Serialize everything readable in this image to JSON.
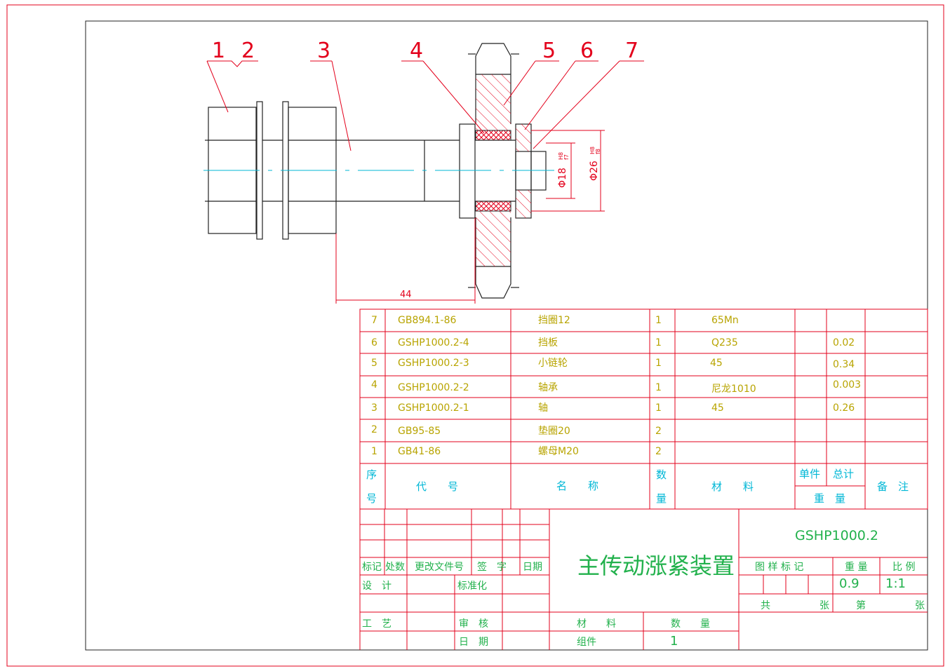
{
  "callouts": [
    "1",
    "2",
    "3",
    "4",
    "5",
    "6",
    "7"
  ],
  "dimensions": {
    "length": "44",
    "inner_dia": "Φ18",
    "inner_fit": "H8\nf7",
    "outer_dia": "Φ26",
    "outer_fit": "H8\nf8"
  },
  "bom": {
    "rows": [
      {
        "no": "7",
        "code": "GB894.1-86",
        "name": "挡圈12",
        "qty": "1",
        "material": "65Mn",
        "unit_weight": "",
        "total_weight": ""
      },
      {
        "no": "6",
        "code": "GSHP1000.2-4",
        "name": "挡板",
        "qty": "1",
        "material": "Q235",
        "unit_weight": "",
        "total_weight": "0.02"
      },
      {
        "no": "5",
        "code": "GSHP1000.2-3",
        "name": "小链轮",
        "qty": "1",
        "material": "45",
        "unit_weight": "",
        "total_weight": "0.34"
      },
      {
        "no": "4",
        "code": "GSHP1000.2-2",
        "name": "轴承",
        "qty": "1",
        "material": "尼龙1010",
        "unit_weight": "",
        "total_weight": "0.003"
      },
      {
        "no": "3",
        "code": "GSHP1000.2-1",
        "name": "轴",
        "qty": "1",
        "material": "45",
        "unit_weight": "",
        "total_weight": "0.26"
      },
      {
        "no": "2",
        "code": "GB95-85",
        "name": "垫圈20",
        "qty": "2",
        "material": "",
        "unit_weight": "",
        "total_weight": ""
      },
      {
        "no": "1",
        "code": "GB41-86",
        "name": "螺母M20",
        "qty": "2",
        "material": "",
        "unit_weight": "",
        "total_weight": ""
      }
    ],
    "header": {
      "no_top": "序",
      "no_bottom": "号",
      "code": "代　　号",
      "name": "名　　称",
      "qty_top": "数",
      "qty_bottom": "量",
      "material": "材　　料",
      "unit": "单件",
      "total": "总计",
      "weight": "重　量",
      "remark": "备　注"
    }
  },
  "title_block": {
    "drawing_no": "GSHP1000.2",
    "title": "主传动涨紧装置",
    "labels": {
      "mark": "标记",
      "count": "处数",
      "change_doc": "更改文件号",
      "sign": "签　字",
      "date": "日期",
      "design": "设　计",
      "standard": "标准化",
      "process": "工　艺",
      "review": "审　核",
      "date2": "日　期",
      "material": "材　　料",
      "quantity": "数　　量",
      "sample_mark": "图 样 标 记",
      "weight": "重 量",
      "scale": "比 例",
      "total_sheets": "共　　　　　张",
      "sheet_no": "第　　　　　张"
    },
    "weight_value": "0.9",
    "scale_value": "1:1",
    "material_value": "组件",
    "quantity_value": "1"
  },
  "colors": {
    "frame": "#e3001b",
    "table_line": "#e3001b",
    "cyan_text": "#00b7d6",
    "green_text": "#22b14c",
    "yellow_text": "#b8a400",
    "outline": "#222222"
  }
}
